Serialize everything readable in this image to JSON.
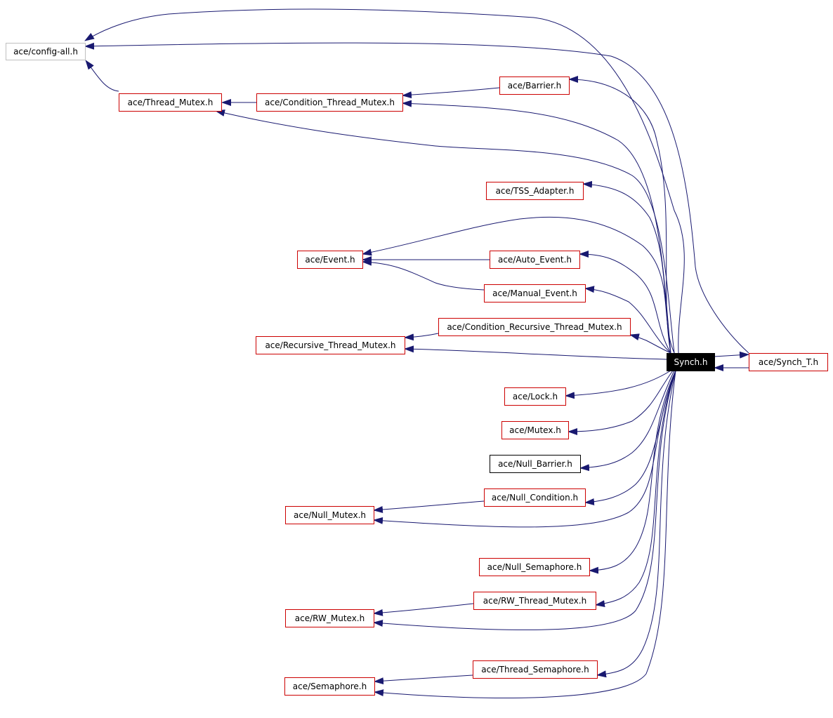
{
  "diagram": {
    "focus": "Synch.h",
    "colors": {
      "edge": "#191970",
      "border_red": "#cc0000",
      "border_gray": "#bfbfbf",
      "border_black": "#000000",
      "focus_fill": "#000000",
      "focus_text": "#ffffff"
    },
    "nodes": [
      {
        "id": "config_all",
        "label": "ace/config-all.h",
        "style": "gray"
      },
      {
        "id": "thread_mutex",
        "label": "ace/Thread_Mutex.h",
        "style": "red"
      },
      {
        "id": "cond_thread_mutex",
        "label": "ace/Condition_Thread_Mutex.h",
        "style": "red"
      },
      {
        "id": "barrier",
        "label": "ace/Barrier.h",
        "style": "red"
      },
      {
        "id": "tss_adapter",
        "label": "ace/TSS_Adapter.h",
        "style": "red"
      },
      {
        "id": "event",
        "label": "ace/Event.h",
        "style": "red"
      },
      {
        "id": "auto_event",
        "label": "ace/Auto_Event.h",
        "style": "red"
      },
      {
        "id": "manual_event",
        "label": "ace/Manual_Event.h",
        "style": "red"
      },
      {
        "id": "cond_rec_thread_mutex",
        "label": "ace/Condition_Recursive_Thread_Mutex.h",
        "style": "red"
      },
      {
        "id": "rec_thread_mutex",
        "label": "ace/Recursive_Thread_Mutex.h",
        "style": "red"
      },
      {
        "id": "synch",
        "label": "Synch.h",
        "style": "focus"
      },
      {
        "id": "synch_t",
        "label": "ace/Synch_T.h",
        "style": "red"
      },
      {
        "id": "lock",
        "label": "ace/Lock.h",
        "style": "red"
      },
      {
        "id": "mutex",
        "label": "ace/Mutex.h",
        "style": "red"
      },
      {
        "id": "null_barrier",
        "label": "ace/Null_Barrier.h",
        "style": "black"
      },
      {
        "id": "null_condition",
        "label": "ace/Null_Condition.h",
        "style": "red"
      },
      {
        "id": "null_mutex",
        "label": "ace/Null_Mutex.h",
        "style": "red"
      },
      {
        "id": "null_semaphore",
        "label": "ace/Null_Semaphore.h",
        "style": "red"
      },
      {
        "id": "rw_thread_mutex",
        "label": "ace/RW_Thread_Mutex.h",
        "style": "red"
      },
      {
        "id": "rw_mutex",
        "label": "ace/RW_Mutex.h",
        "style": "red"
      },
      {
        "id": "thread_semaphore",
        "label": "ace/Thread_Semaphore.h",
        "style": "red"
      },
      {
        "id": "semaphore",
        "label": "ace/Semaphore.h",
        "style": "red"
      }
    ]
  }
}
